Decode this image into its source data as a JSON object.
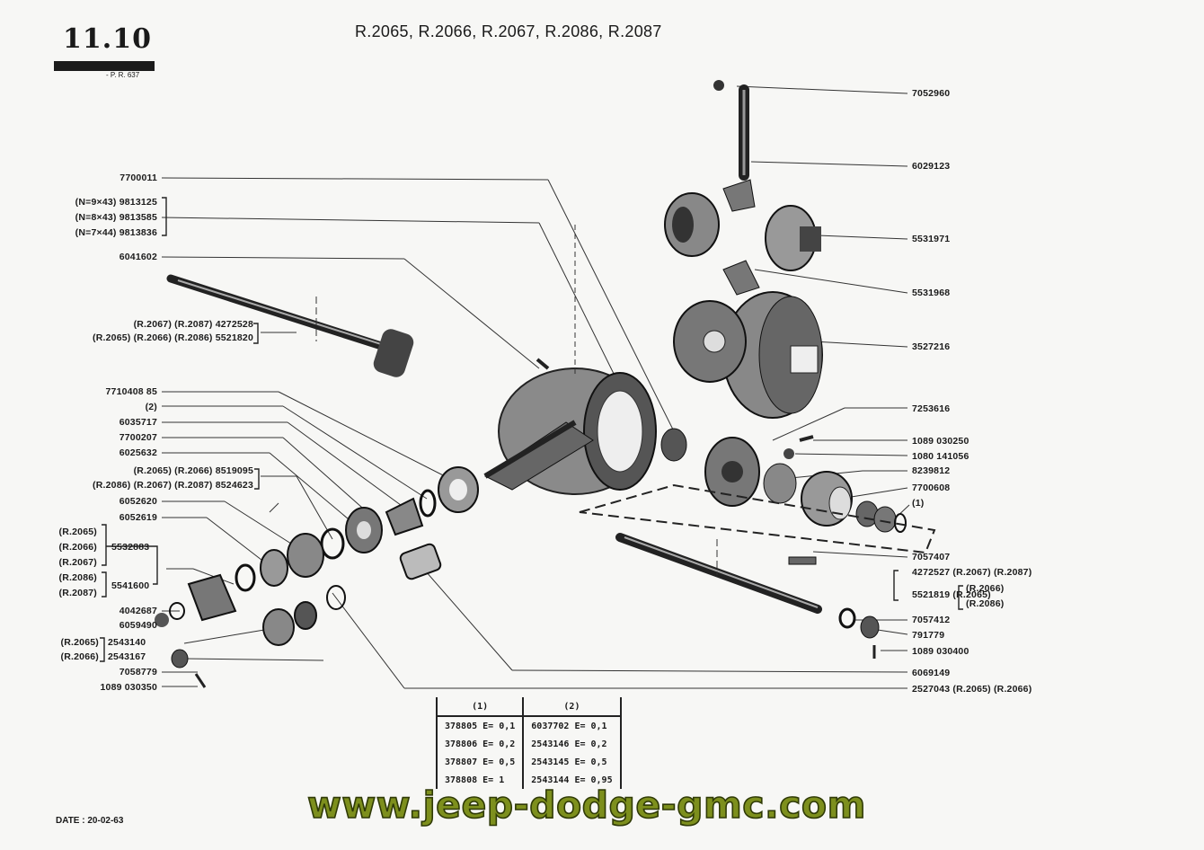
{
  "header": {
    "page_number": "11.10",
    "page_ref": "- P. R. 637",
    "models": "R.2065, R.2066, R.2067, R.2086, R.2087"
  },
  "footer": {
    "date": "DATE : 20-02-63",
    "watermark": "www.jeep-dodge-gmc.com",
    "watermark_color": "#7d8f1d"
  },
  "labels_right": [
    "7052960",
    "6029123",
    "5531971",
    "5531968",
    "3527216",
    "7253616",
    "1089 030250",
    "1080 141056",
    "8239812",
    "7700608",
    "(1)",
    "7057407",
    "4272527 (R.2067)  (R.2087)",
    "5521819 (R.2065)",
    "(R.2066)",
    "(R.2086)",
    "7057412",
    "791779",
    "1089 030400",
    "6069149",
    "2527043 (R.2065) (R.2066)"
  ],
  "labels_left": [
    "7700011",
    "(N=9×43)  9813125",
    "(N=8×43)  9813585",
    "(N=7×44)  9813836",
    "6041602",
    "(R.2067)  (R.2087) 4272528",
    "(R.2065)  (R.2066)  (R.2086)  5521820",
    "7710408 85",
    "(2)",
    "6035717",
    "7700207",
    "6025632",
    "(R.2065)  (R.2066)  8519095",
    "(R.2086)  (R.2067)  (R.2087)  8524623",
    "6052620",
    "6052619",
    "(R.2065)",
    "(R.2066)",
    "(R.2067)",
    "(R.2086)",
    "(R.2087)",
    "5532883",
    "5541600",
    "4042687",
    "6059490",
    "(R.2065)",
    "(R.2066)",
    "2543140",
    "2543167",
    "7058779",
    "1089  030350"
  ],
  "shim_table": {
    "headers": [
      "(1)",
      "(2)"
    ],
    "rows": [
      [
        "378805  E= 0,1",
        "6037702  E= 0,1"
      ],
      [
        "378806  E= 0,2",
        "2543146  E= 0,2"
      ],
      [
        "378807  E= 0,5",
        "2543145  E= 0,5"
      ],
      [
        "378808  E= 1",
        "2543144  E= 0,95"
      ]
    ]
  }
}
